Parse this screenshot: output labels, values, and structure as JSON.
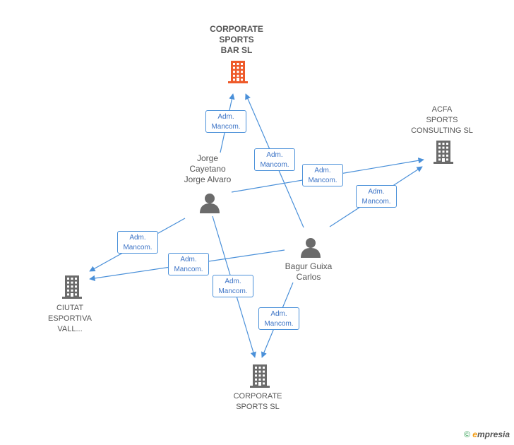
{
  "nodes": {
    "corporate_sports_bar": {
      "label": "CORPORATE\nSPORTS\nBAR SL",
      "color": "#ee5a2a"
    },
    "acfa": {
      "label": "ACFA\nSPORTS\nCONSULTING SL",
      "color": "#6b6b6b"
    },
    "ciutat": {
      "label": "CIUTAT\nESPORTIVA\nVALL...",
      "color": "#6b6b6b"
    },
    "corporate_sports": {
      "label": "CORPORATE\nSPORTS SL",
      "color": "#6b6b6b"
    },
    "jorge": {
      "label": "Jorge\nCayetano\nJorge Alvaro",
      "color": "#6b6b6b"
    },
    "bagur": {
      "label": "Bagur Guixa\nCarlos",
      "color": "#6b6b6b"
    }
  },
  "edge_labels": [
    "Adm.\nMancom.",
    "Adm.\nMancom.",
    "Adm.\nMancom.",
    "Adm.\nMancom.",
    "Adm.\nMancom.",
    "Adm.\nMancom.",
    "Adm.\nMancom.",
    "Adm.\nMancom."
  ],
  "edge_color": "#4a90d9",
  "copyright": {
    "symbol": "©",
    "brand_initial": "e",
    "brand_rest": "mpresia"
  }
}
